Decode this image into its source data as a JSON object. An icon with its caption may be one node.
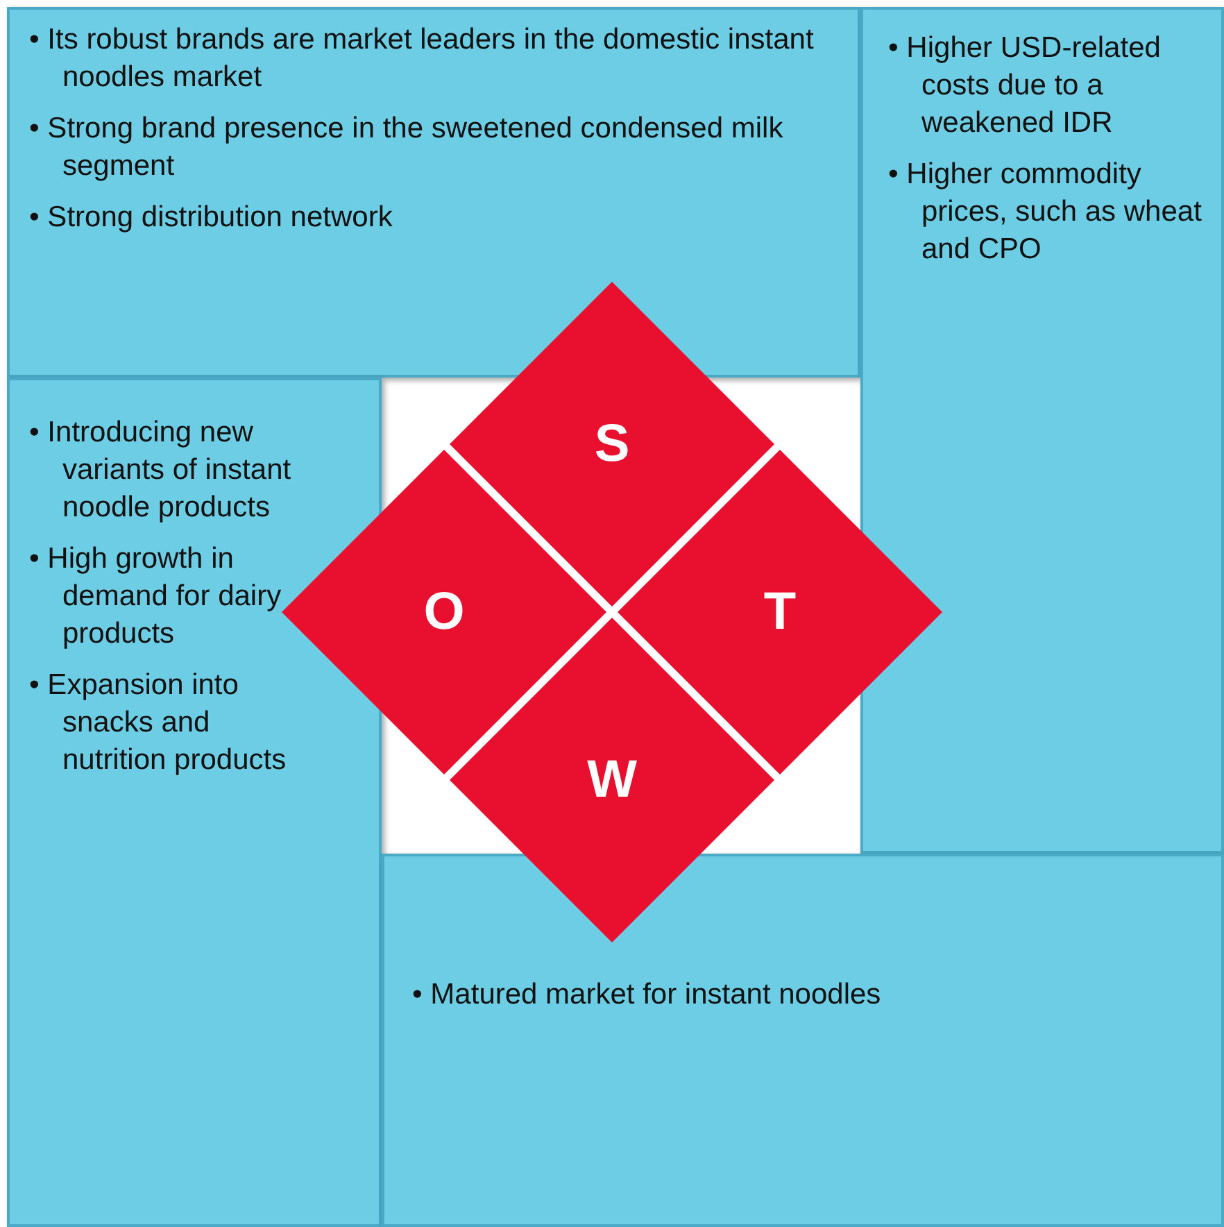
{
  "diagram": {
    "nodes": [
      {
        "text": [
          "• Its robust brands are market leaders in the domestic instant noodles market",
          "• Strong brand presence in the sweetened condensed milk segment",
          "• Strong distribution network"
        ]
      },
      {
        "text": [
          "• Higher USD-related costs due to a weakened IDR",
          "• Higher commodity prices, such as wheat and CPO"
        ]
      },
      {
        "text": [
          "• Introducing new variants of instant noodle products",
          "• High growth in demand for dairy products",
          "• Expansion into snacks and nutrition products"
        ]
      },
      {
        "text": [
          "• Matured market for instant noodles"
        ]
      },
      {
        "text": [
          "S"
        ]
      },
      {
        "text": [
          "O"
        ]
      },
      {
        "text": [
          "T"
        ]
      },
      {
        "text": [
          "W"
        ]
      }
    ],
    "edges": []
  }
}
